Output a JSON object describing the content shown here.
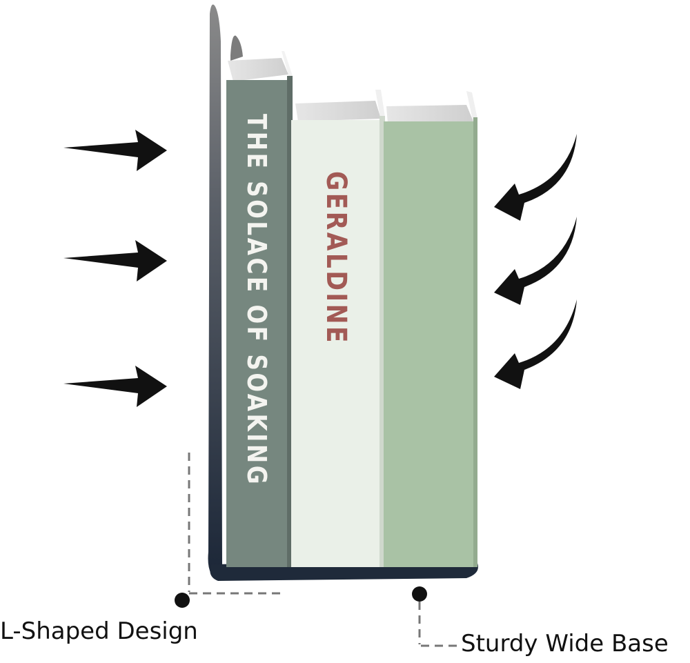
{
  "books": [
    {
      "title": "THE SOLACE OF SOAKING",
      "spine_color": "#76877f",
      "text_color": "#f4f4f0"
    },
    {
      "title": "GERALDINE",
      "spine_color": "#eaf0e8",
      "text_color": "#a25a55"
    },
    {
      "title": "",
      "spine_color": "#a9c2a5",
      "text_color": "#ffffff"
    }
  ],
  "bookend": {
    "color": "#1f2a3a"
  },
  "callouts": {
    "left_label": "L-Shaped Design",
    "right_label": "Sturdy Wide Base"
  },
  "icons": [
    "arrow-right-icon",
    "curved-arrow-left-icon"
  ]
}
